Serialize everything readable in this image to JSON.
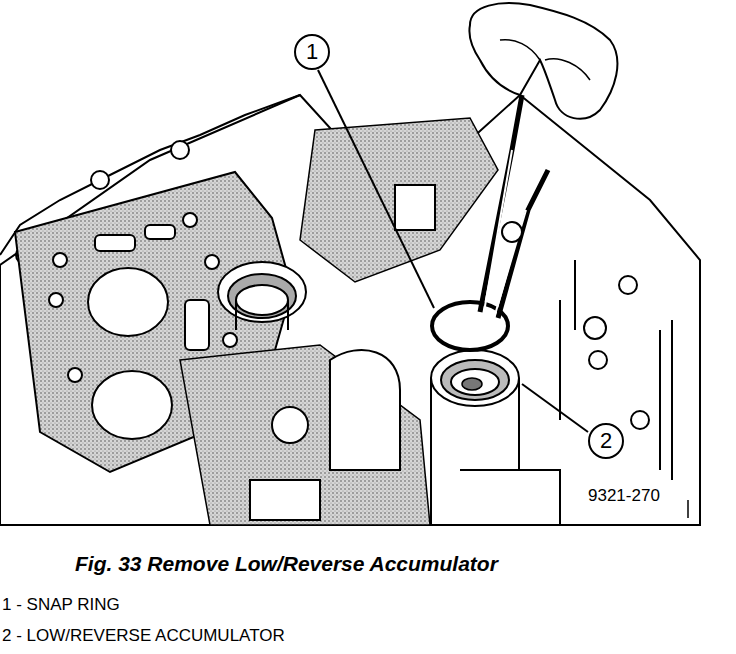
{
  "diagram": {
    "caption": "Fig. 33 Remove Low/Reverse Accumulator",
    "nodes": [
      {
        "text": [
          "1"
        ]
      },
      {
        "text": [
          "2"
        ]
      }
    ],
    "labels": [
      "9321-270",
      "1 - SNAP RING",
      "2 - LOW/REVERSE ACCUMULATOR"
    ]
  }
}
